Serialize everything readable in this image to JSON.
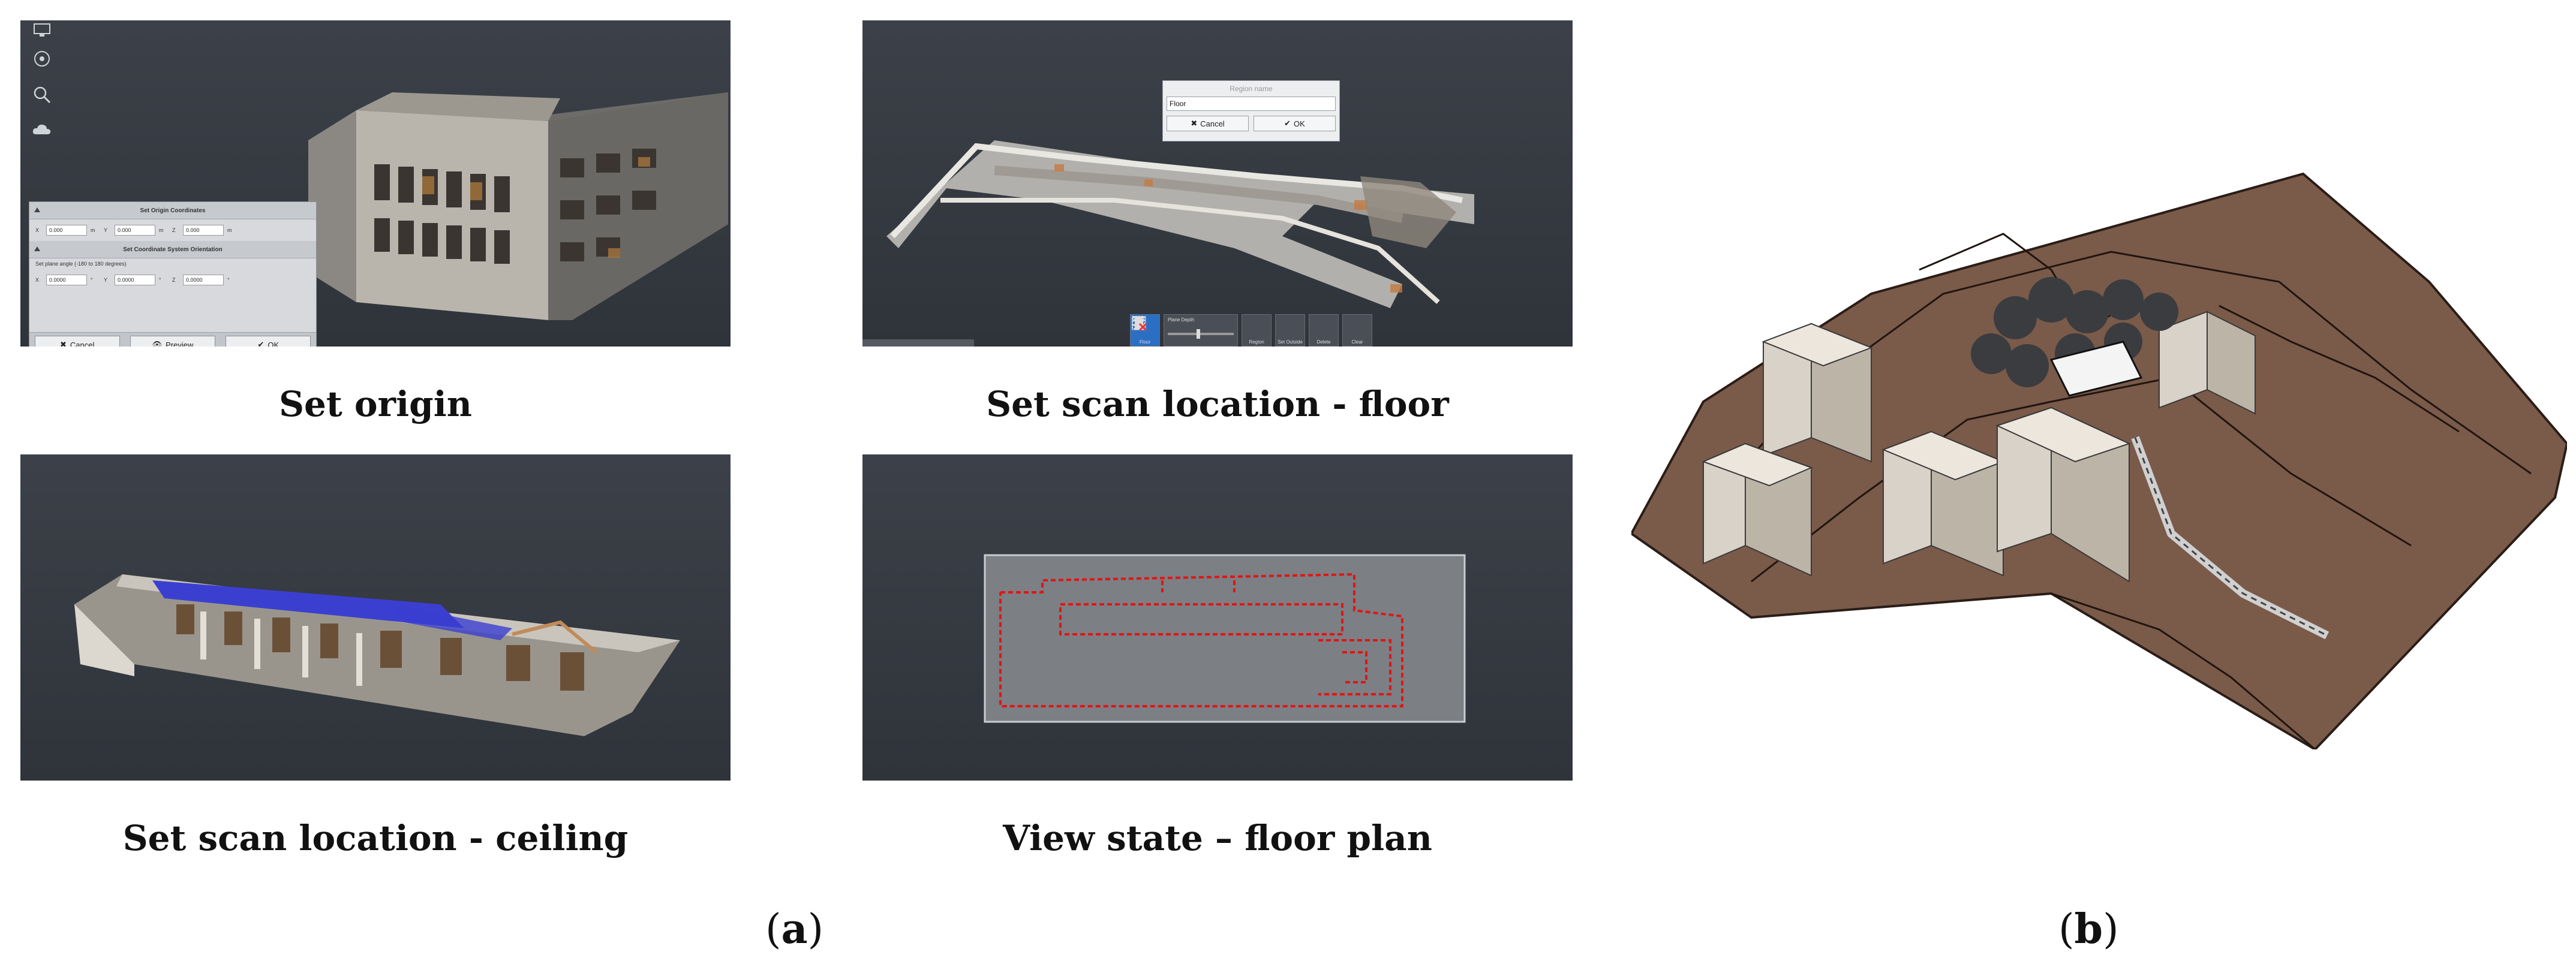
{
  "captions": {
    "origin": "Set origin",
    "floor": "Set scan location - floor",
    "ceiling": "Set scan location - ceiling",
    "floorplan": "View state – floor plan"
  },
  "labels": {
    "a": "a",
    "b": "b"
  },
  "origin_panel": {
    "dialog": {
      "header_coordinates": "Set Origin Coordinates",
      "header_orientation": "Set Coordinate System Orientation",
      "fields_coordinates": [
        {
          "label": "X",
          "value": "0.000",
          "unit": "m"
        },
        {
          "label": "Y",
          "value": "0.000",
          "unit": "m"
        },
        {
          "label": "Z",
          "value": "0.000",
          "unit": "m"
        }
      ],
      "hint": "Set plane angle (-180 to 180 degrees)",
      "fields_orientation": [
        {
          "label": "X",
          "value": "0.0000",
          "unit": "°"
        },
        {
          "label": "Y",
          "value": "0.0000",
          "unit": "°"
        },
        {
          "label": "Z",
          "value": "0.0000",
          "unit": "°"
        }
      ],
      "buttons": {
        "cancel": "Cancel",
        "preview": "Preview",
        "ok": "OK"
      }
    },
    "side_icons": [
      "monitor-icon",
      "compass-icon",
      "search-icon",
      "cloud-icon"
    ]
  },
  "floor_panel": {
    "region_dialog": {
      "title": "Region name",
      "input_value": "Floor",
      "cancel": "Cancel",
      "ok": "OK"
    },
    "toolbar": {
      "slider_label": "Plane Depth",
      "tools": [
        "Floor",
        "Region",
        "Set Outside",
        "Delete",
        "Clear"
      ]
    }
  },
  "colors": {
    "panel_bg": "#34383f",
    "terrain": "#7a5a49",
    "floorplan_points": "#e01515",
    "ceiling_highlight": "#3b3fd0",
    "active_tool": "#2b6fc4"
  }
}
